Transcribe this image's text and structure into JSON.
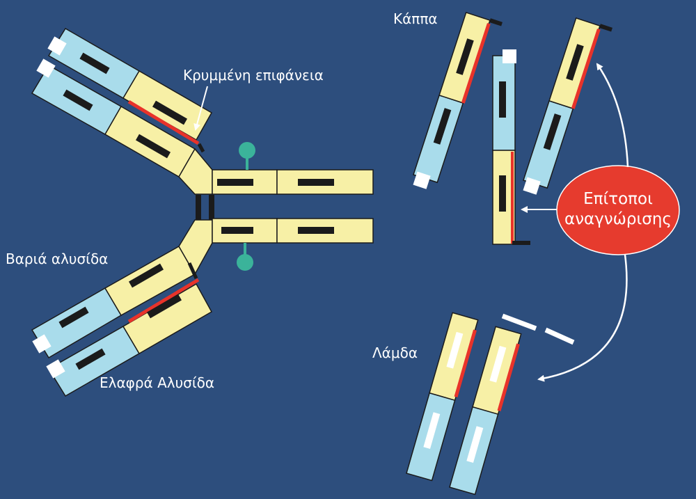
{
  "labels": {
    "hidden_surface": "Κρυμμένη επιφάνεια",
    "kappa": "Κάππα",
    "heavy_chain": "Βαριά αλυσίδα",
    "light_chain": "Ελαφρά Αλυσίδα",
    "lambda": "Λάμδα",
    "epitope_line1": "Επίτοποι",
    "epitope_line2": "αναγνώρισης"
  },
  "colors": {
    "background": "#2d4e7d",
    "constant_domain": "#f7f0a6",
    "variable_domain": "#a9dceb",
    "hidden_surface": "#e8332a",
    "bar": "#1b1b1b",
    "carbohydrate": "#3bb39a",
    "epitope_ellipse": "#e63b2e",
    "arrow": "#ffffff"
  }
}
